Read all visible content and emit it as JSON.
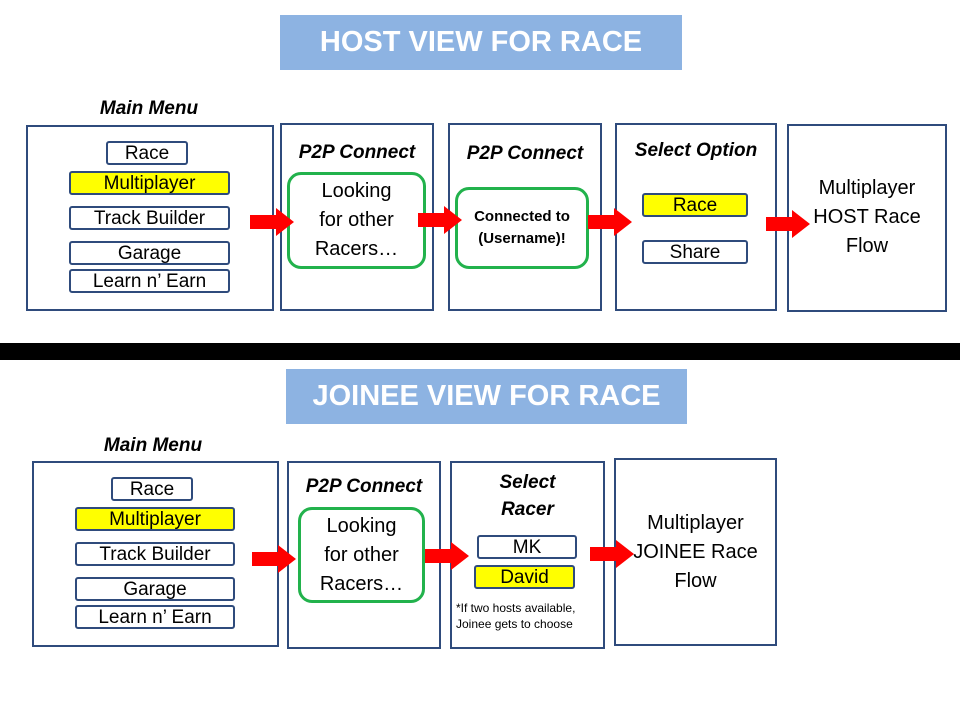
{
  "host": {
    "banner": "HOST VIEW FOR RACE",
    "main_menu": {
      "title": "Main Menu",
      "items": [
        "Race",
        "Multiplayer",
        "Track Builder",
        "Garage",
        "Learn n’ Earn"
      ]
    },
    "p2p_connect": {
      "title": "P2P Connect",
      "line1": "Looking",
      "line2": "for other",
      "line3": "Racers…"
    },
    "p2p_connected": {
      "title": "P2P Connect",
      "line1": "Connected to",
      "line2": "(Username)!"
    },
    "select_option": {
      "title": "Select Option",
      "race": "Race",
      "share": "Share"
    },
    "result": {
      "line1": "Multiplayer",
      "line2": "HOST Race",
      "line3": "Flow"
    }
  },
  "joinee": {
    "banner": "JOINEE VIEW FOR RACE",
    "main_menu": {
      "title": "Main Menu",
      "items": [
        "Race",
        "Multiplayer",
        "Track Builder",
        "Garage",
        "Learn n’ Earn"
      ]
    },
    "p2p_connect": {
      "title": "P2P Connect",
      "line1": "Looking",
      "line2": "for other",
      "line3": "Racers…"
    },
    "select_racer": {
      "title1": "Select",
      "title2": "Racer",
      "racer1": "MK",
      "racer2": "David",
      "note1": "*If two hosts available,",
      "note2": "Joinee gets to choose"
    },
    "result": {
      "line1": "Multiplayer",
      "line2": "JOINEE Race",
      "line3": "Flow"
    }
  },
  "colors": {
    "banner": "#8db3e2",
    "selected": "#ffff00",
    "arrow": "#ff0000",
    "frame": "#2f4b7c",
    "bubble": "#22b24c"
  },
  "icons": [
    "right-arrow-icon"
  ]
}
